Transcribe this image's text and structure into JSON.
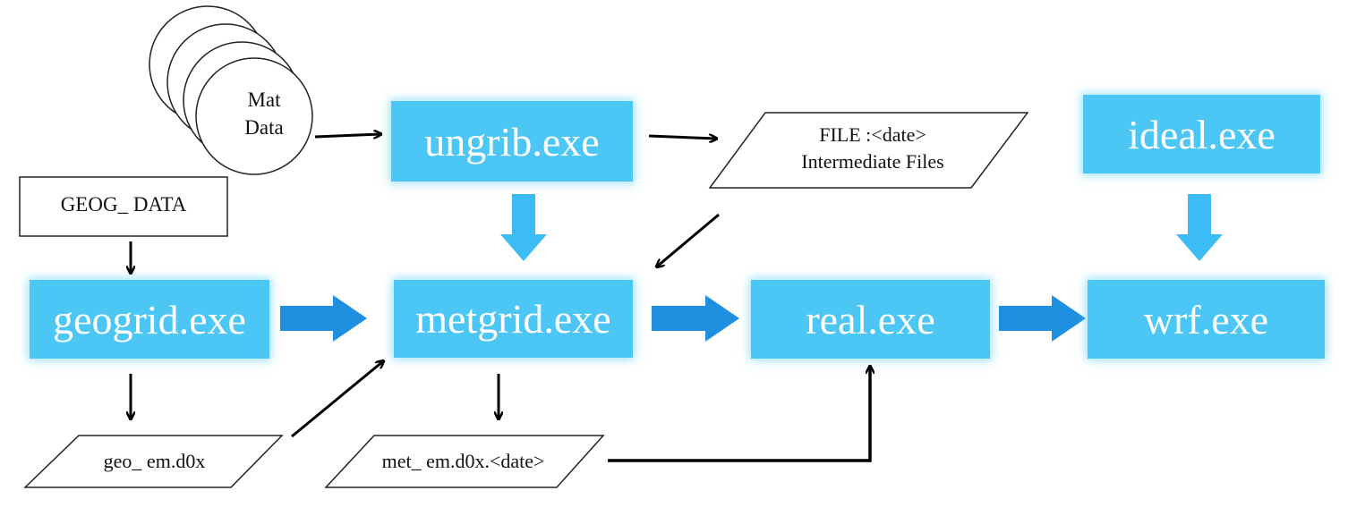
{
  "nodes": {
    "mat_data": "Mat\nData",
    "geog_data": "GEOG_ DATA",
    "ungrib": "ungrib.exe",
    "geogrid": "geogrid.exe",
    "metgrid": "metgrid.exe",
    "real": "real.exe",
    "wrf": "wrf.exe",
    "ideal": "ideal.exe",
    "file_line1": "FILE :<date>",
    "file_line2": "Intermediate Files",
    "geo_em": "geo_ em.d0x",
    "met_em": "met_ em.d0x.<date>"
  },
  "colors": {
    "process_fill": "#4cc6f5",
    "block_arrow": "#1f8fe0",
    "light_arrow": "#3cbcf5"
  }
}
